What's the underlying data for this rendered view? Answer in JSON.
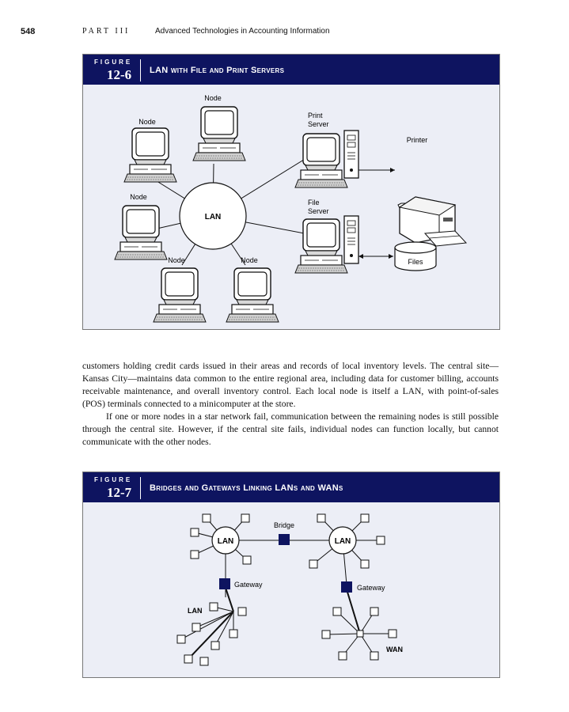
{
  "header": {
    "page_number": "548",
    "part": "PART III",
    "part_title": "Advanced Technologies in Accounting Information"
  },
  "figure1": {
    "label": "FIGURE",
    "number": "12-6",
    "title": "LAN with File and Print Servers",
    "labels": {
      "node_top": "Node",
      "node_upper_left": "Node",
      "node_left": "Node",
      "node_bottom_left": "Node",
      "node_bottom_right": "Node",
      "lan": "LAN",
      "print_server_1": "Print",
      "print_server_2": "Server",
      "printer": "Printer",
      "file_server_1": "File",
      "file_server_2": "Server",
      "files": "Files"
    }
  },
  "body": {
    "paragraph1": "customers holding credit cards issued in their areas and records of local inventory levels. The central site—Kansas City—maintains data common to the entire regional area, including data for customer billing, accounts receivable maintenance, and overall inventory control. Each local node is itself a LAN, with point-of-sales (POS) terminals connected to a minicomputer at the store.",
    "paragraph2": "If one or more nodes in a star network fail, communication between the remaining nodes is still possible through the central site. However, if the central site fails, individual nodes can function locally, but cannot communicate with the other nodes."
  },
  "figure2": {
    "label": "FIGURE",
    "number": "12-7",
    "title": "Bridges and Gateways Linking LANs and WANs",
    "labels": {
      "lan_left": "LAN",
      "lan_right": "LAN",
      "bridge": "Bridge",
      "gateway_left": "Gateway",
      "gateway_right": "Gateway",
      "lan_bottom": "LAN",
      "wan": "WAN"
    }
  },
  "colors": {
    "navy": "#0e1460",
    "figure_background": "#eceef6"
  }
}
